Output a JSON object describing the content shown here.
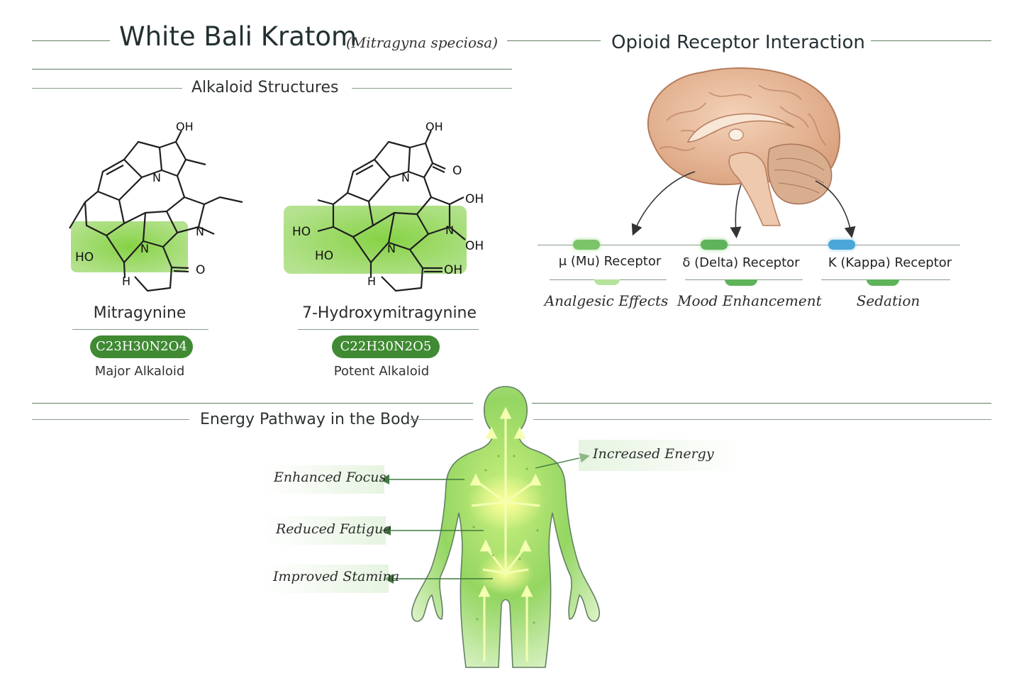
{
  "header": {
    "title": "White Bali Kratom",
    "subtitle": "(Mitragyna speciosa)"
  },
  "alkaloids": {
    "section_title": "Alkaloid Structures",
    "molecules": [
      {
        "name": "Mitragynine",
        "formula": "C23H30N2O4",
        "description": "Major Alkaloid",
        "atom_labels": [
          "OH",
          "N",
          "N",
          "HO",
          "N",
          "O",
          "H"
        ]
      },
      {
        "name": "7-Hydroxymitragynine",
        "formula": "C22H30N2O5",
        "description": "Potent Alkaloid",
        "atom_labels": [
          "OH",
          "N",
          "O",
          "OH",
          "HO",
          "N",
          "OH",
          "HO",
          "N",
          "OH",
          "H"
        ]
      }
    ]
  },
  "receptors": {
    "section_title": "Opioid Receptor Interaction",
    "items": [
      {
        "label": "μ (Mu) Receptor",
        "effect": "Analgesic Effects",
        "color": "#7cc46a"
      },
      {
        "label": "δ (Delta) Receptor",
        "effect": "Mood Enhancement",
        "color": "#5fb35a"
      },
      {
        "label": "K (Kappa) Receptor",
        "effect": "Sedation",
        "color": "#4aa6d8"
      }
    ]
  },
  "energy": {
    "section_title": "Energy Pathway in the Body",
    "labels": {
      "increased_energy": "Increased Energy",
      "enhanced_focus": "Enhanced Focus",
      "reduced_fatigue": "Reduced Fatigue",
      "improved_stamina": "Improved Stamina"
    }
  },
  "colors": {
    "accent_green": "#3f8a33",
    "highlight_green": "#8fd45a",
    "rule_green": "#5f7e5f",
    "brain_pink": "#e8b898"
  }
}
